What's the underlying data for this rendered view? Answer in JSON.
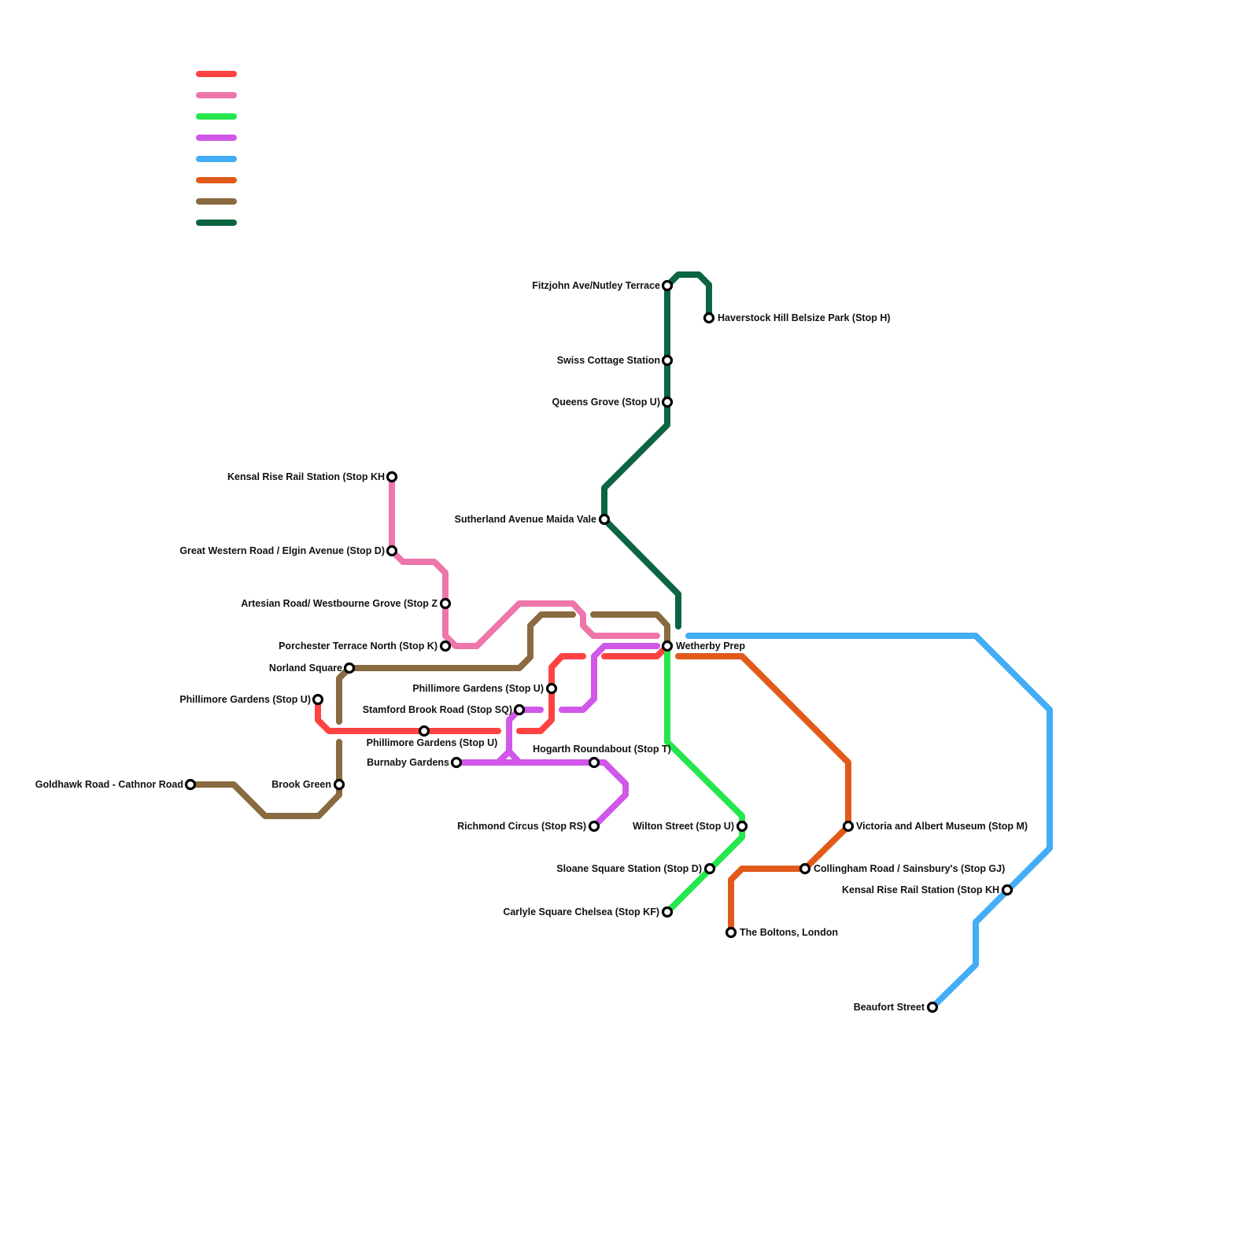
{
  "lines": [
    {
      "id": "red",
      "color": "#ff4242"
    },
    {
      "id": "pink",
      "color": "#ee76ab"
    },
    {
      "id": "green",
      "color": "#25e64c"
    },
    {
      "id": "purple",
      "color": "#d057e8"
    },
    {
      "id": "blue",
      "color": "#43adf6"
    },
    {
      "id": "orange",
      "color": "#e05a1a"
    },
    {
      "id": "brown",
      "color": "#8a6a40"
    },
    {
      "id": "darkgreen",
      "color": "#0b6541"
    }
  ],
  "stations": {
    "fitzjohn": "Fitzjohn Ave/Nutley Terrace",
    "haverstock": "Haverstock Hill Belsize Park (Stop H)",
    "swiss_cottage": "Swiss Cottage Station",
    "queens_grove": "Queens Grove (Stop U)",
    "sutherland": "Sutherland Avenue Maida Vale",
    "kensal_rise_w": "Kensal Rise Rail Station (Stop KH",
    "great_western": "Great Western Road / Elgin Avenue (Stop D)",
    "artesian": "Artesian Road/ Westbourne Grove (Stop Z",
    "porchester": "Porchester Terrace North (Stop K)",
    "norland": "Norland Square",
    "phillimore_w": "Phillimore Gardens (Stop U)",
    "phillimore_c": "Phillimore Gardens (Stop U)",
    "phillimore_b": "Phillimore Gardens (Stop U)",
    "stamford": "Stamford Brook Road (Stop SQ)",
    "burnaby": "Burnaby Gardens",
    "goldhawk": "Goldhawk Road - Cathnor Road",
    "brook_green": "Brook Green",
    "hogarth": "Hogarth Roundabout (Stop T)",
    "richmond": "Richmond Circus (Stop RS)",
    "wetherby": "Wetherby Prep",
    "wilton": "Wilton Street (Stop U)",
    "sloane": "Sloane Square Station (Stop D)",
    "carlyle": "Carlyle Square Chelsea (Stop KF)",
    "boltons": "The Boltons, London",
    "collingham": "Collingham Road / Sainsbury's (Stop GJ)",
    "victoria_albert": "Victoria and Albert Museum (Stop M)",
    "kensal_rise_e": "Kensal Rise Rail Station (Stop KH",
    "beaufort": "Beaufort Street"
  }
}
